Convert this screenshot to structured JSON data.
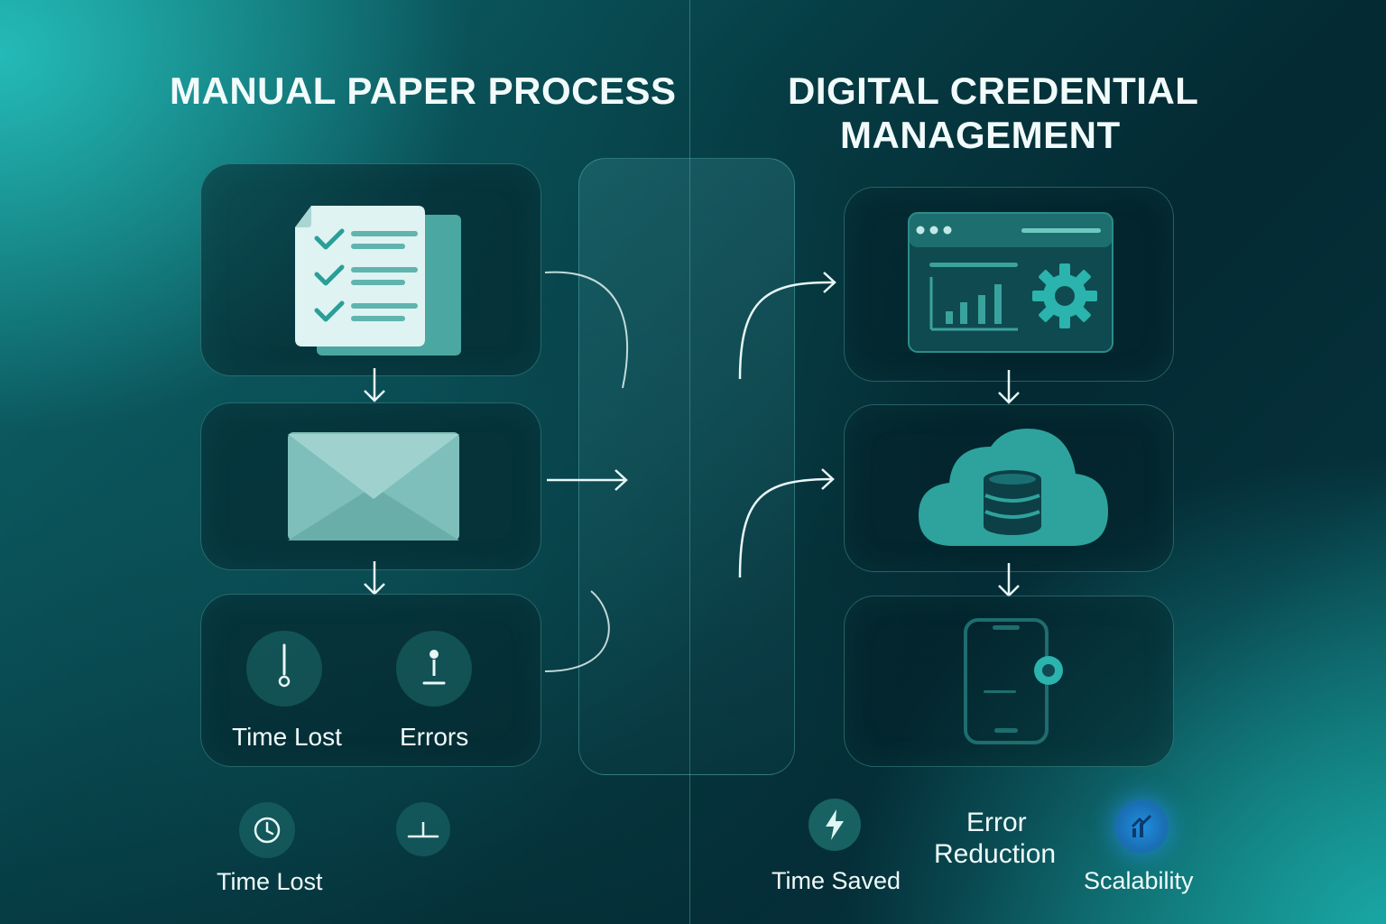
{
  "left": {
    "title": "MANUAL PAPER PROCESS",
    "card3": {
      "label_time": "Time Lost",
      "label_errors": "Errors"
    },
    "bottom": {
      "label_time": "Time Lost"
    }
  },
  "right": {
    "title_line1": "DIGITAL CREDENTIAL",
    "title_line2": "MANAGEMENT",
    "bottom": {
      "label_time_saved": "Time Saved",
      "label_error_line1": "Error",
      "label_error_line2": "Reduction",
      "label_scalability": "Scalability"
    }
  },
  "colors": {
    "accent": "#2bb3ad",
    "paper": "#dff3f2",
    "envelope": "#7fbfbb",
    "scalability_glow": "#1f8fe0"
  },
  "icons": [
    "document-checklist-icon",
    "envelope-icon",
    "clock-icon",
    "error-icon",
    "dashboard-window-icon",
    "gear-icon",
    "cloud-database-icon",
    "smartphone-icon",
    "lightning-icon",
    "chart-icon",
    "arrow-down-icon"
  ]
}
